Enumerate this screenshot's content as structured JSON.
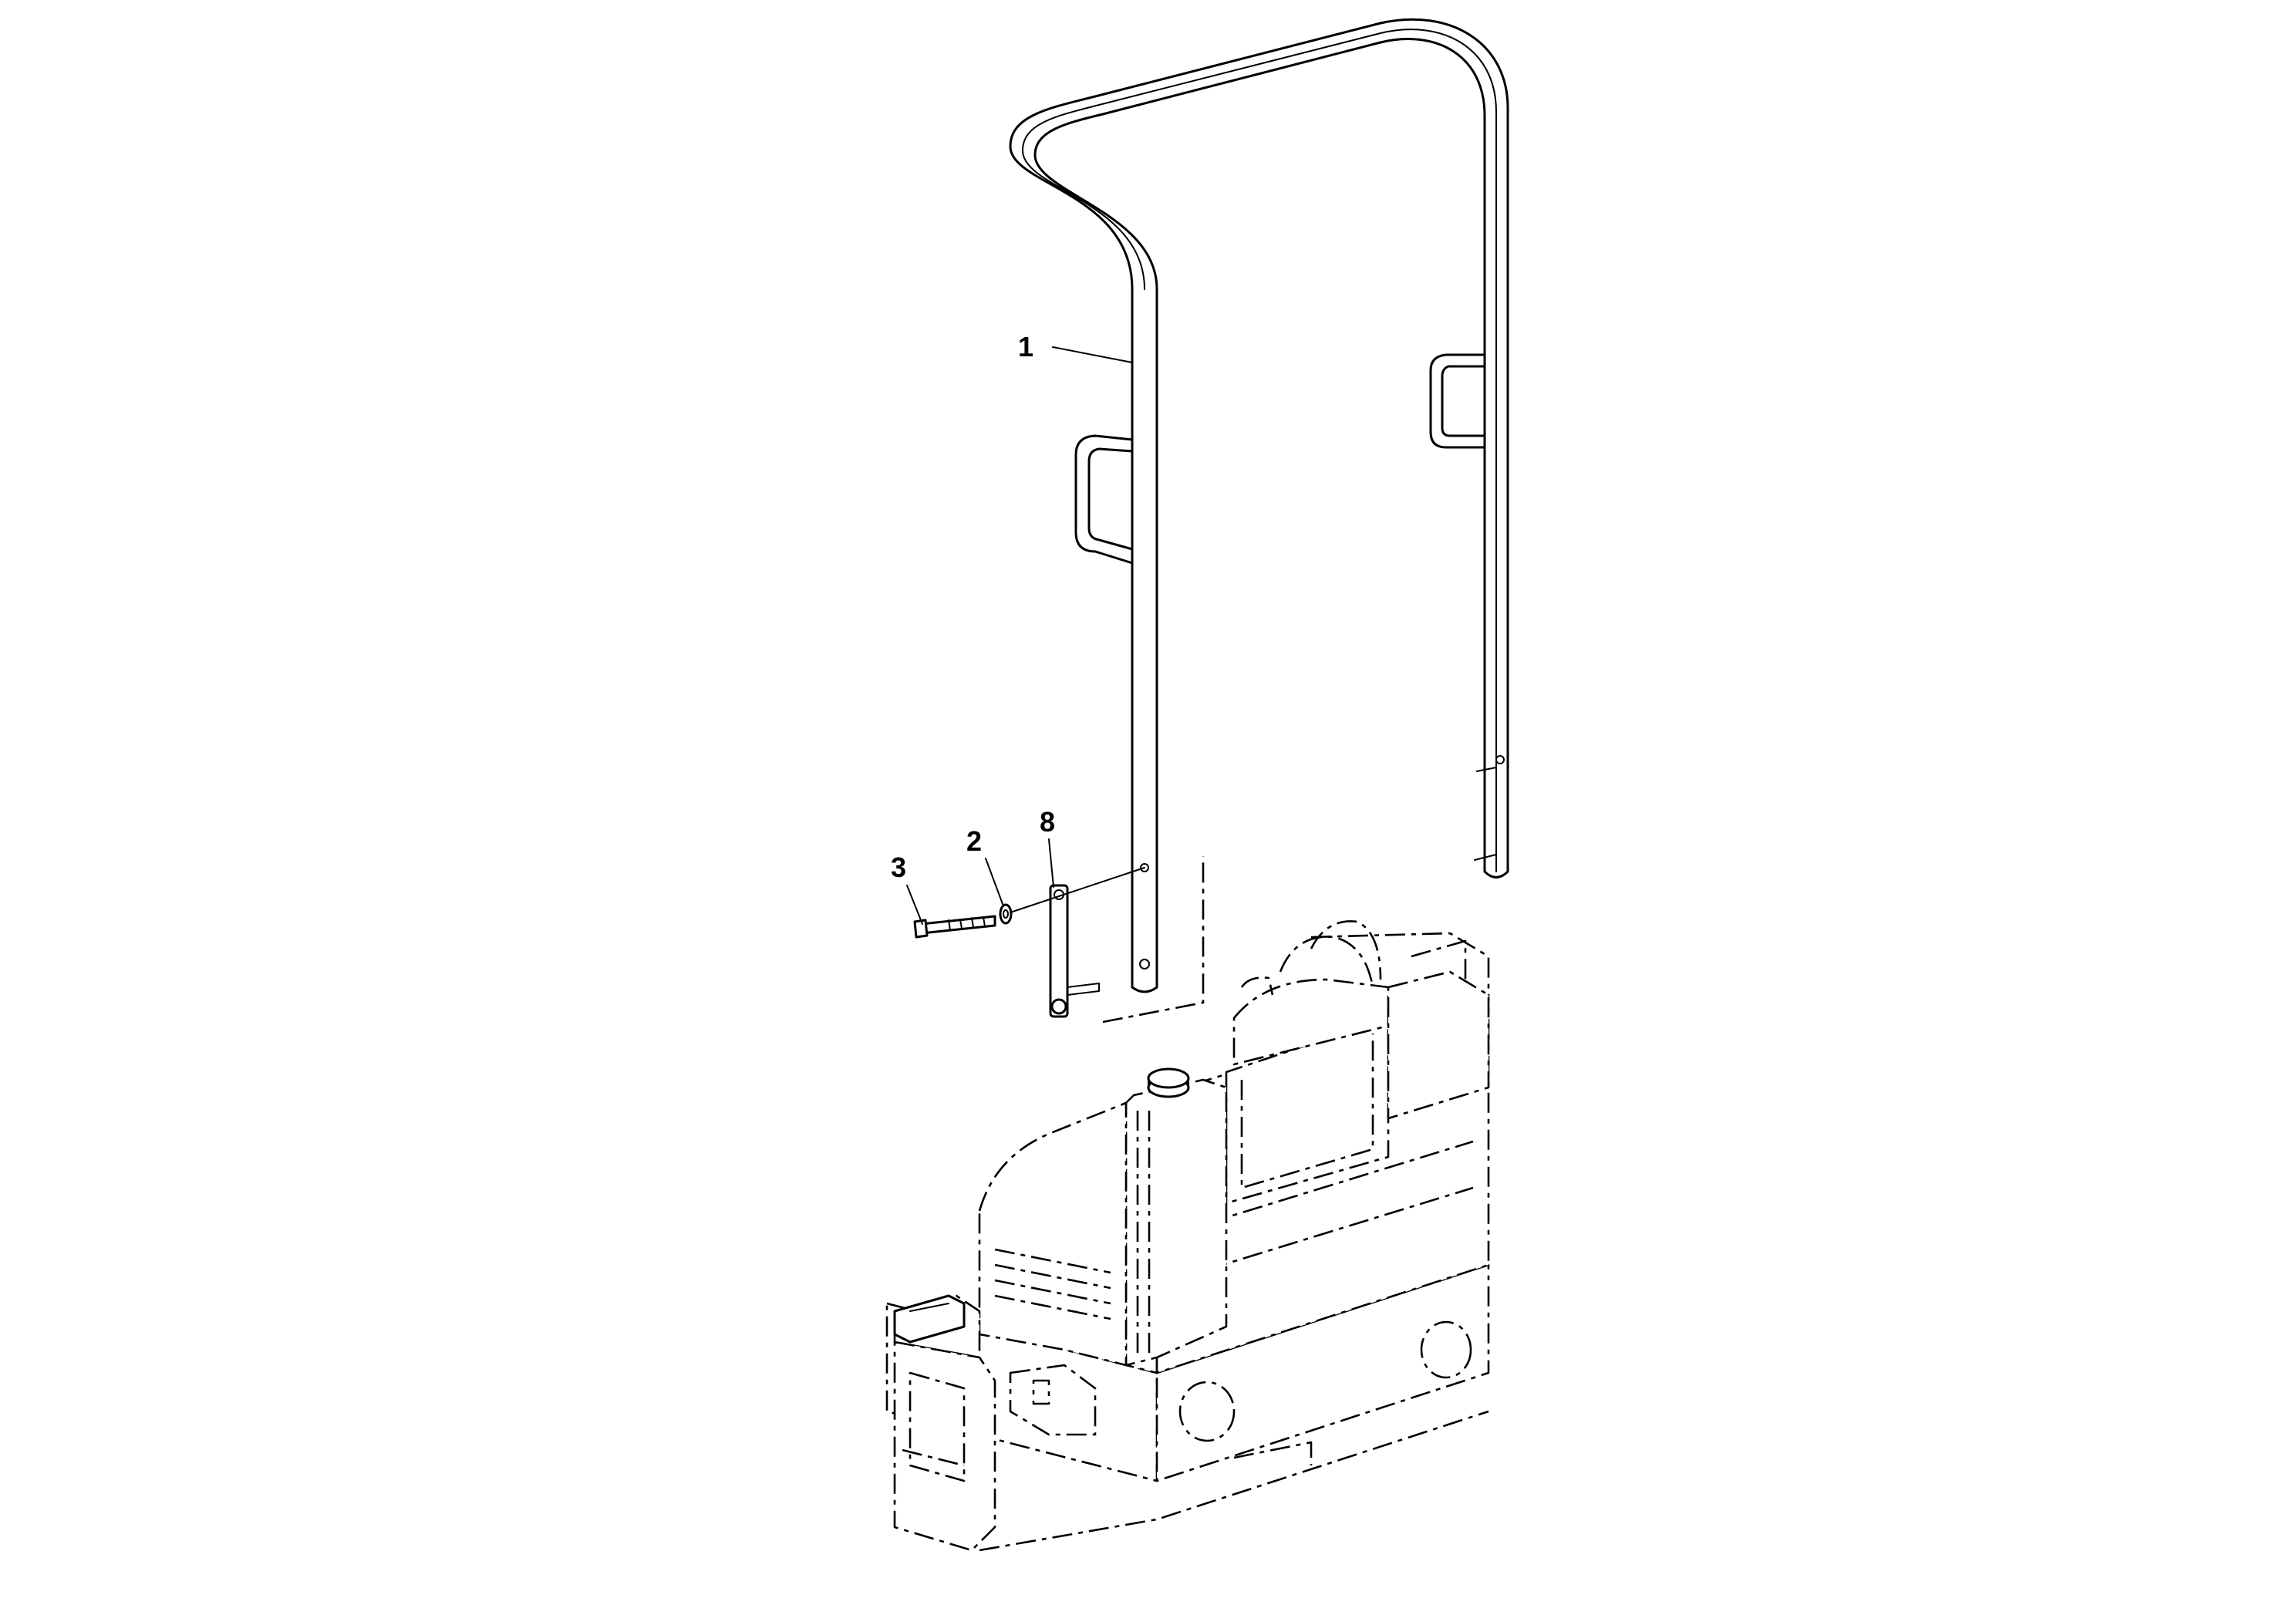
{
  "callouts": [
    {
      "id": "1",
      "label": "1"
    },
    {
      "id": "2",
      "label": "2"
    },
    {
      "id": "3",
      "label": "3"
    },
    {
      "id": "8",
      "label": "8"
    }
  ]
}
